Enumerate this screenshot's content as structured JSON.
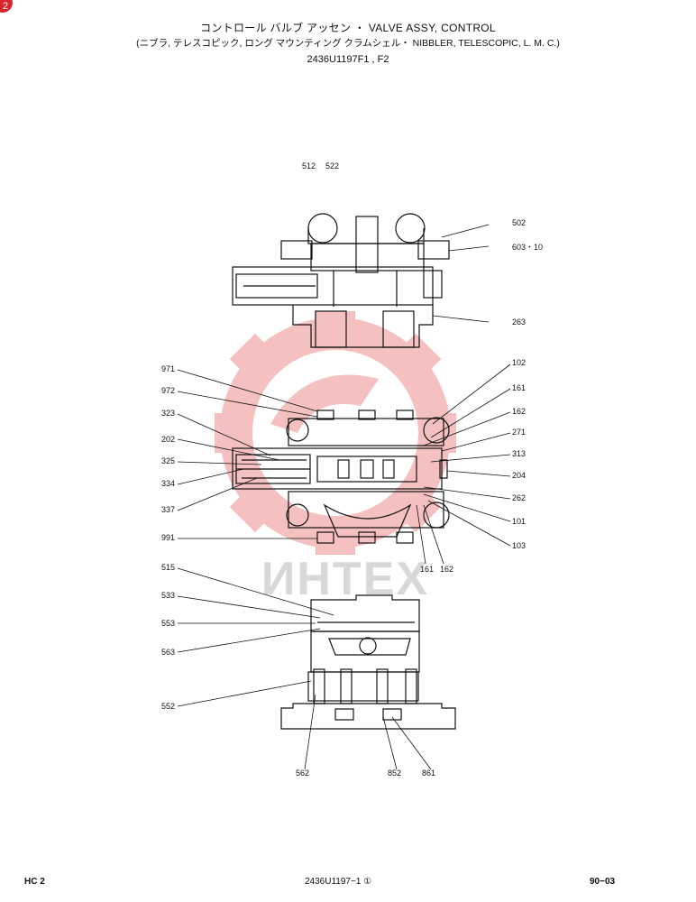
{
  "header": {
    "title_line1": "コントロール バルブ アッセン ・ VALVE ASSY, CONTROL",
    "title_line2": "(ニブラ, テレスコピック, ロング マウンティング クラムシェル・ NIBBLER, TELESCOPIC, L. M. C.)",
    "title_line3": "2436U1197F1 , F2"
  },
  "corner_badge": "2",
  "watermark_text": "ИНТЕХ",
  "colors": {
    "watermark": "#f4b6b6",
    "ink": "#111111",
    "badge": "#d9262c"
  },
  "top_view": {
    "labels": {
      "l512": "512",
      "l522": "522",
      "l502": "502",
      "l603": "603・10",
      "l263": "263"
    }
  },
  "middle_view": {
    "left_labels": {
      "l971": "971",
      "l972": "972",
      "l323": "323",
      "l202": "202",
      "l325": "325",
      "l334": "334",
      "l337": "337",
      "l991": "991"
    },
    "right_labels": {
      "l102": "102",
      "l161": "161",
      "l162": "162",
      "l271": "271",
      "l313": "313",
      "l204": "204",
      "l262": "262",
      "l101": "101",
      "l103": "103"
    },
    "bottom_labels": {
      "l161b": "161",
      "l162b": "162"
    }
  },
  "bottom_view": {
    "labels": {
      "l515": "515",
      "l533": "533",
      "l553": "553",
      "l563": "563",
      "l552": "552",
      "l562": "562",
      "l852": "852",
      "l861": "861"
    }
  },
  "footer": {
    "left": "HC 2",
    "center": "2436U1197−1 ①",
    "right": "90−03"
  }
}
